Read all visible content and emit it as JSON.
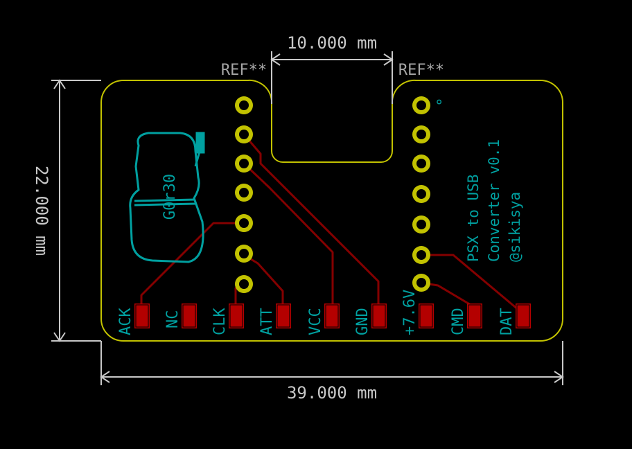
{
  "dimensions": {
    "width_label": "39.000 mm",
    "height_label": "22.000 mm",
    "cutout_label": "10.000 mm"
  },
  "references": [
    "REF**",
    "REF**"
  ],
  "board_text": {
    "line1": "PSX to USB",
    "line2": "Converter v0.1",
    "line3": "@sikisya"
  },
  "logo_text": "G0r30",
  "pad_labels": [
    "ACK",
    "NC",
    "CLK",
    "ATT",
    "VCC",
    "GND",
    "+7.6V",
    "CMD",
    "DAT"
  ],
  "pin_marker": "°",
  "colors": {
    "background": "#000000",
    "edge_cuts": "#c2c200",
    "copper_trace": "#840000",
    "pad": "#b40000",
    "through_hole": "#c2c200",
    "silkscreen": "#00a0a0",
    "dimension": "#c8c8c8"
  }
}
